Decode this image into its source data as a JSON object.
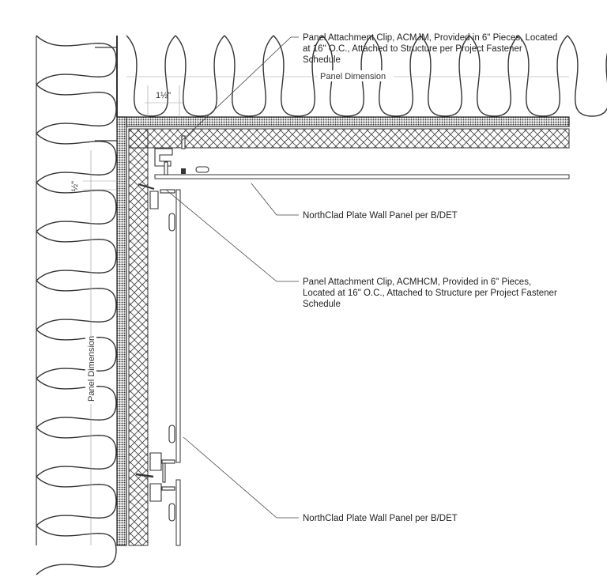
{
  "labels": {
    "clip_top": [
      "Panel Attachment Clip, ACMJM, Provided in 6\" Pieces, Located",
      "at 16\" O.C., Attached to Structure per Project Fastener",
      "Schedule"
    ],
    "panel_top": "NorthClad Plate Wall Panel per B/DET",
    "clip_side": [
      "Panel Attachment Clip, ACMHCM, Provided in 6\" Pieces,",
      "Located at 16\" O.C., Attached to Structure per Project Fastener",
      "Schedule"
    ],
    "panel_bottom": "NorthClad Plate Wall Panel per B/DET"
  },
  "dimensions": {
    "panel_dimension_horizontal": "Panel Dimension",
    "panel_dimension_vertical": "Panel Dimension",
    "gap_top": "1½\"",
    "gap_side": "½\""
  }
}
